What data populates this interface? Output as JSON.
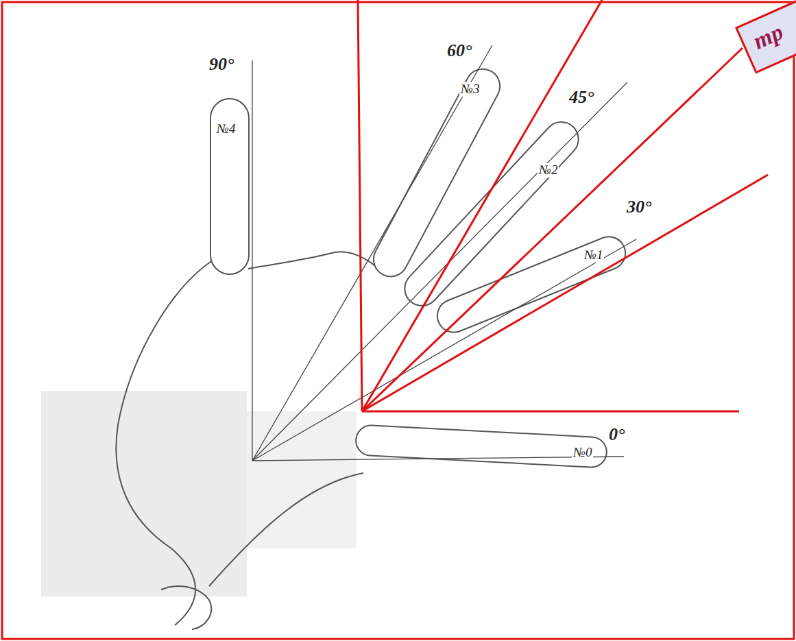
{
  "diagram": {
    "nodes": [
      {
        "text": [
          "тр"
        ]
      }
    ],
    "labels": [
      "90°",
      "60°",
      "45°",
      "30°",
      "0°",
      "№4",
      "№3",
      "№2",
      "№1",
      "№0"
    ]
  }
}
